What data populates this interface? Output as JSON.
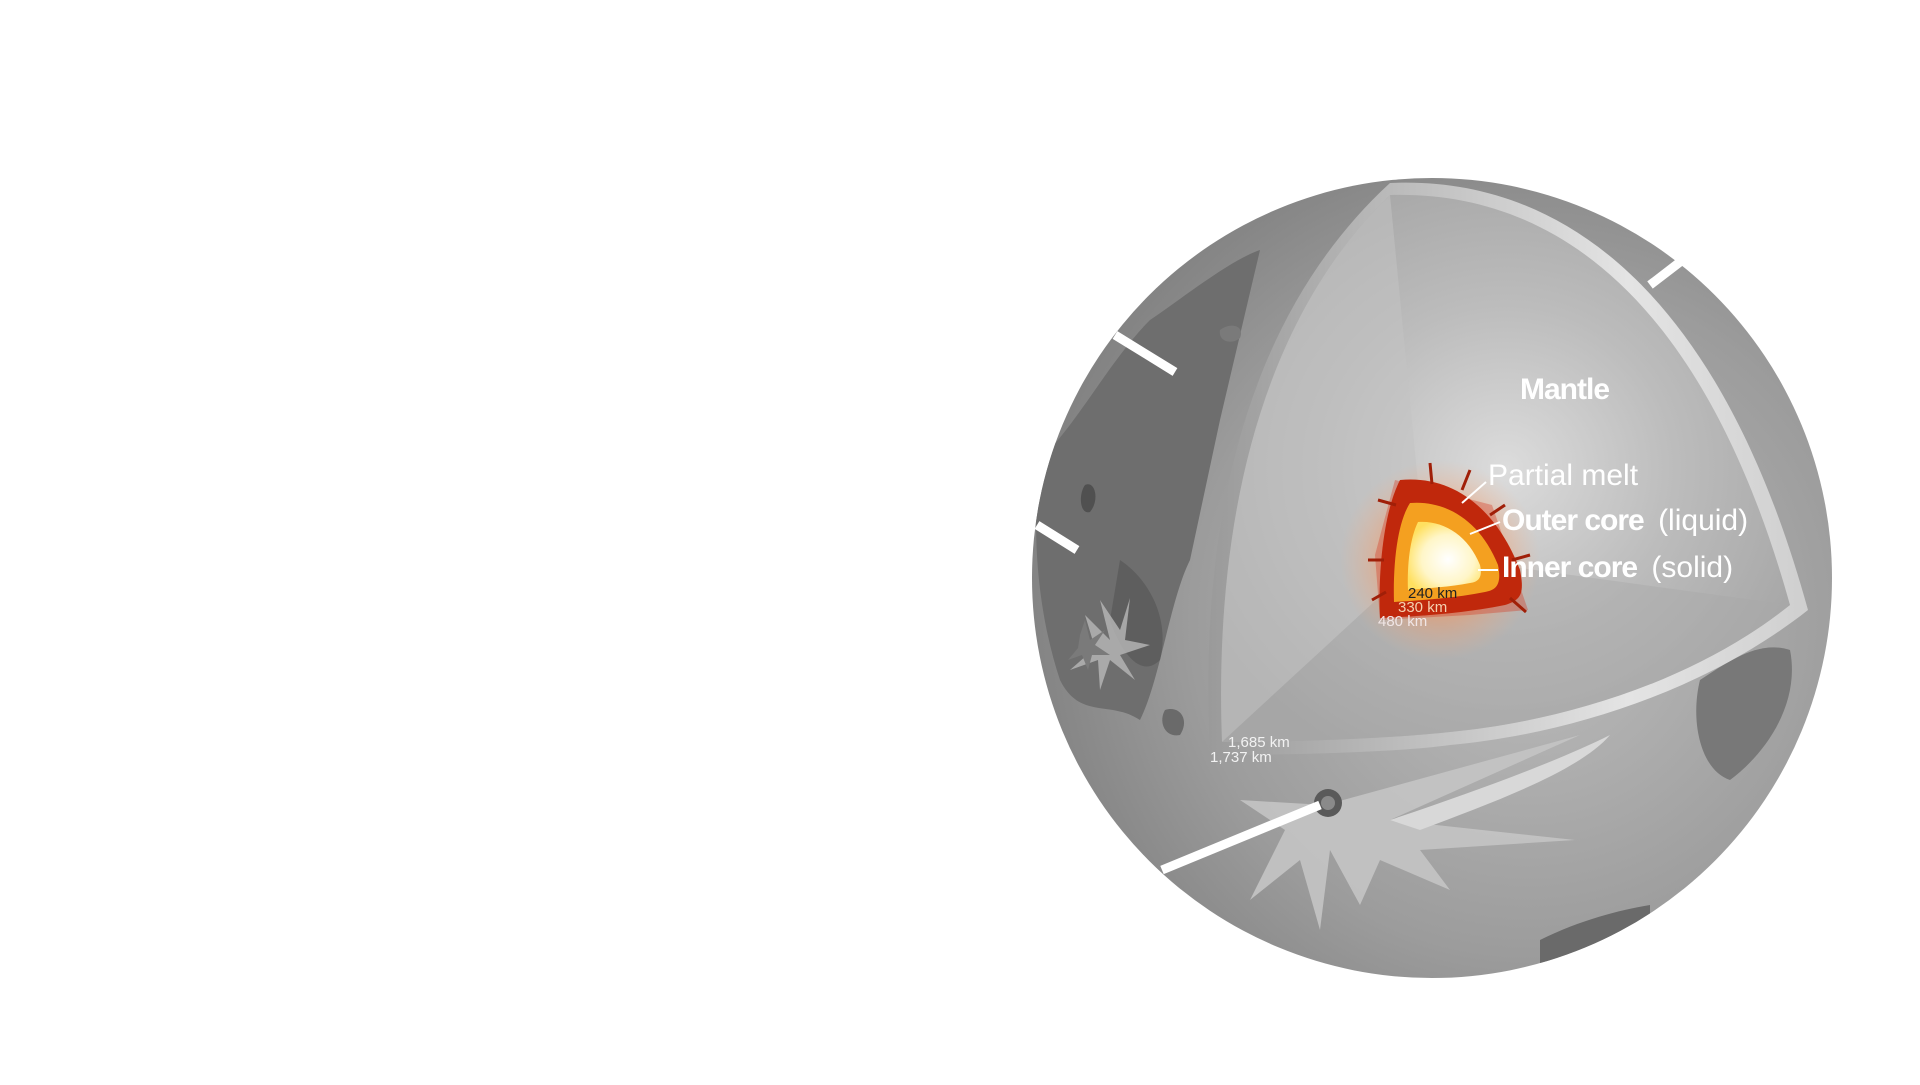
{
  "diagram": {
    "labels": {
      "mantle": "Mantle",
      "partial_melt": "Partial melt",
      "outer_core_bold": "Outer core",
      "outer_core_state": "(liquid)",
      "inner_core_bold": "Inner core",
      "inner_core_state": "(solid)"
    },
    "radii": {
      "inner_core": "240 km",
      "outer_core": "330 km",
      "partial_melt": "480 km",
      "mantle": "1,685 km",
      "surface": "1,737 km"
    },
    "colors": {
      "surface": "#8a8a8a",
      "mantle": "#b0b0b0",
      "partial_melt": "#c0280c",
      "outer_core": "#f4a020",
      "inner_core": "#fffbe6",
      "label_text": "#ffffff"
    }
  }
}
